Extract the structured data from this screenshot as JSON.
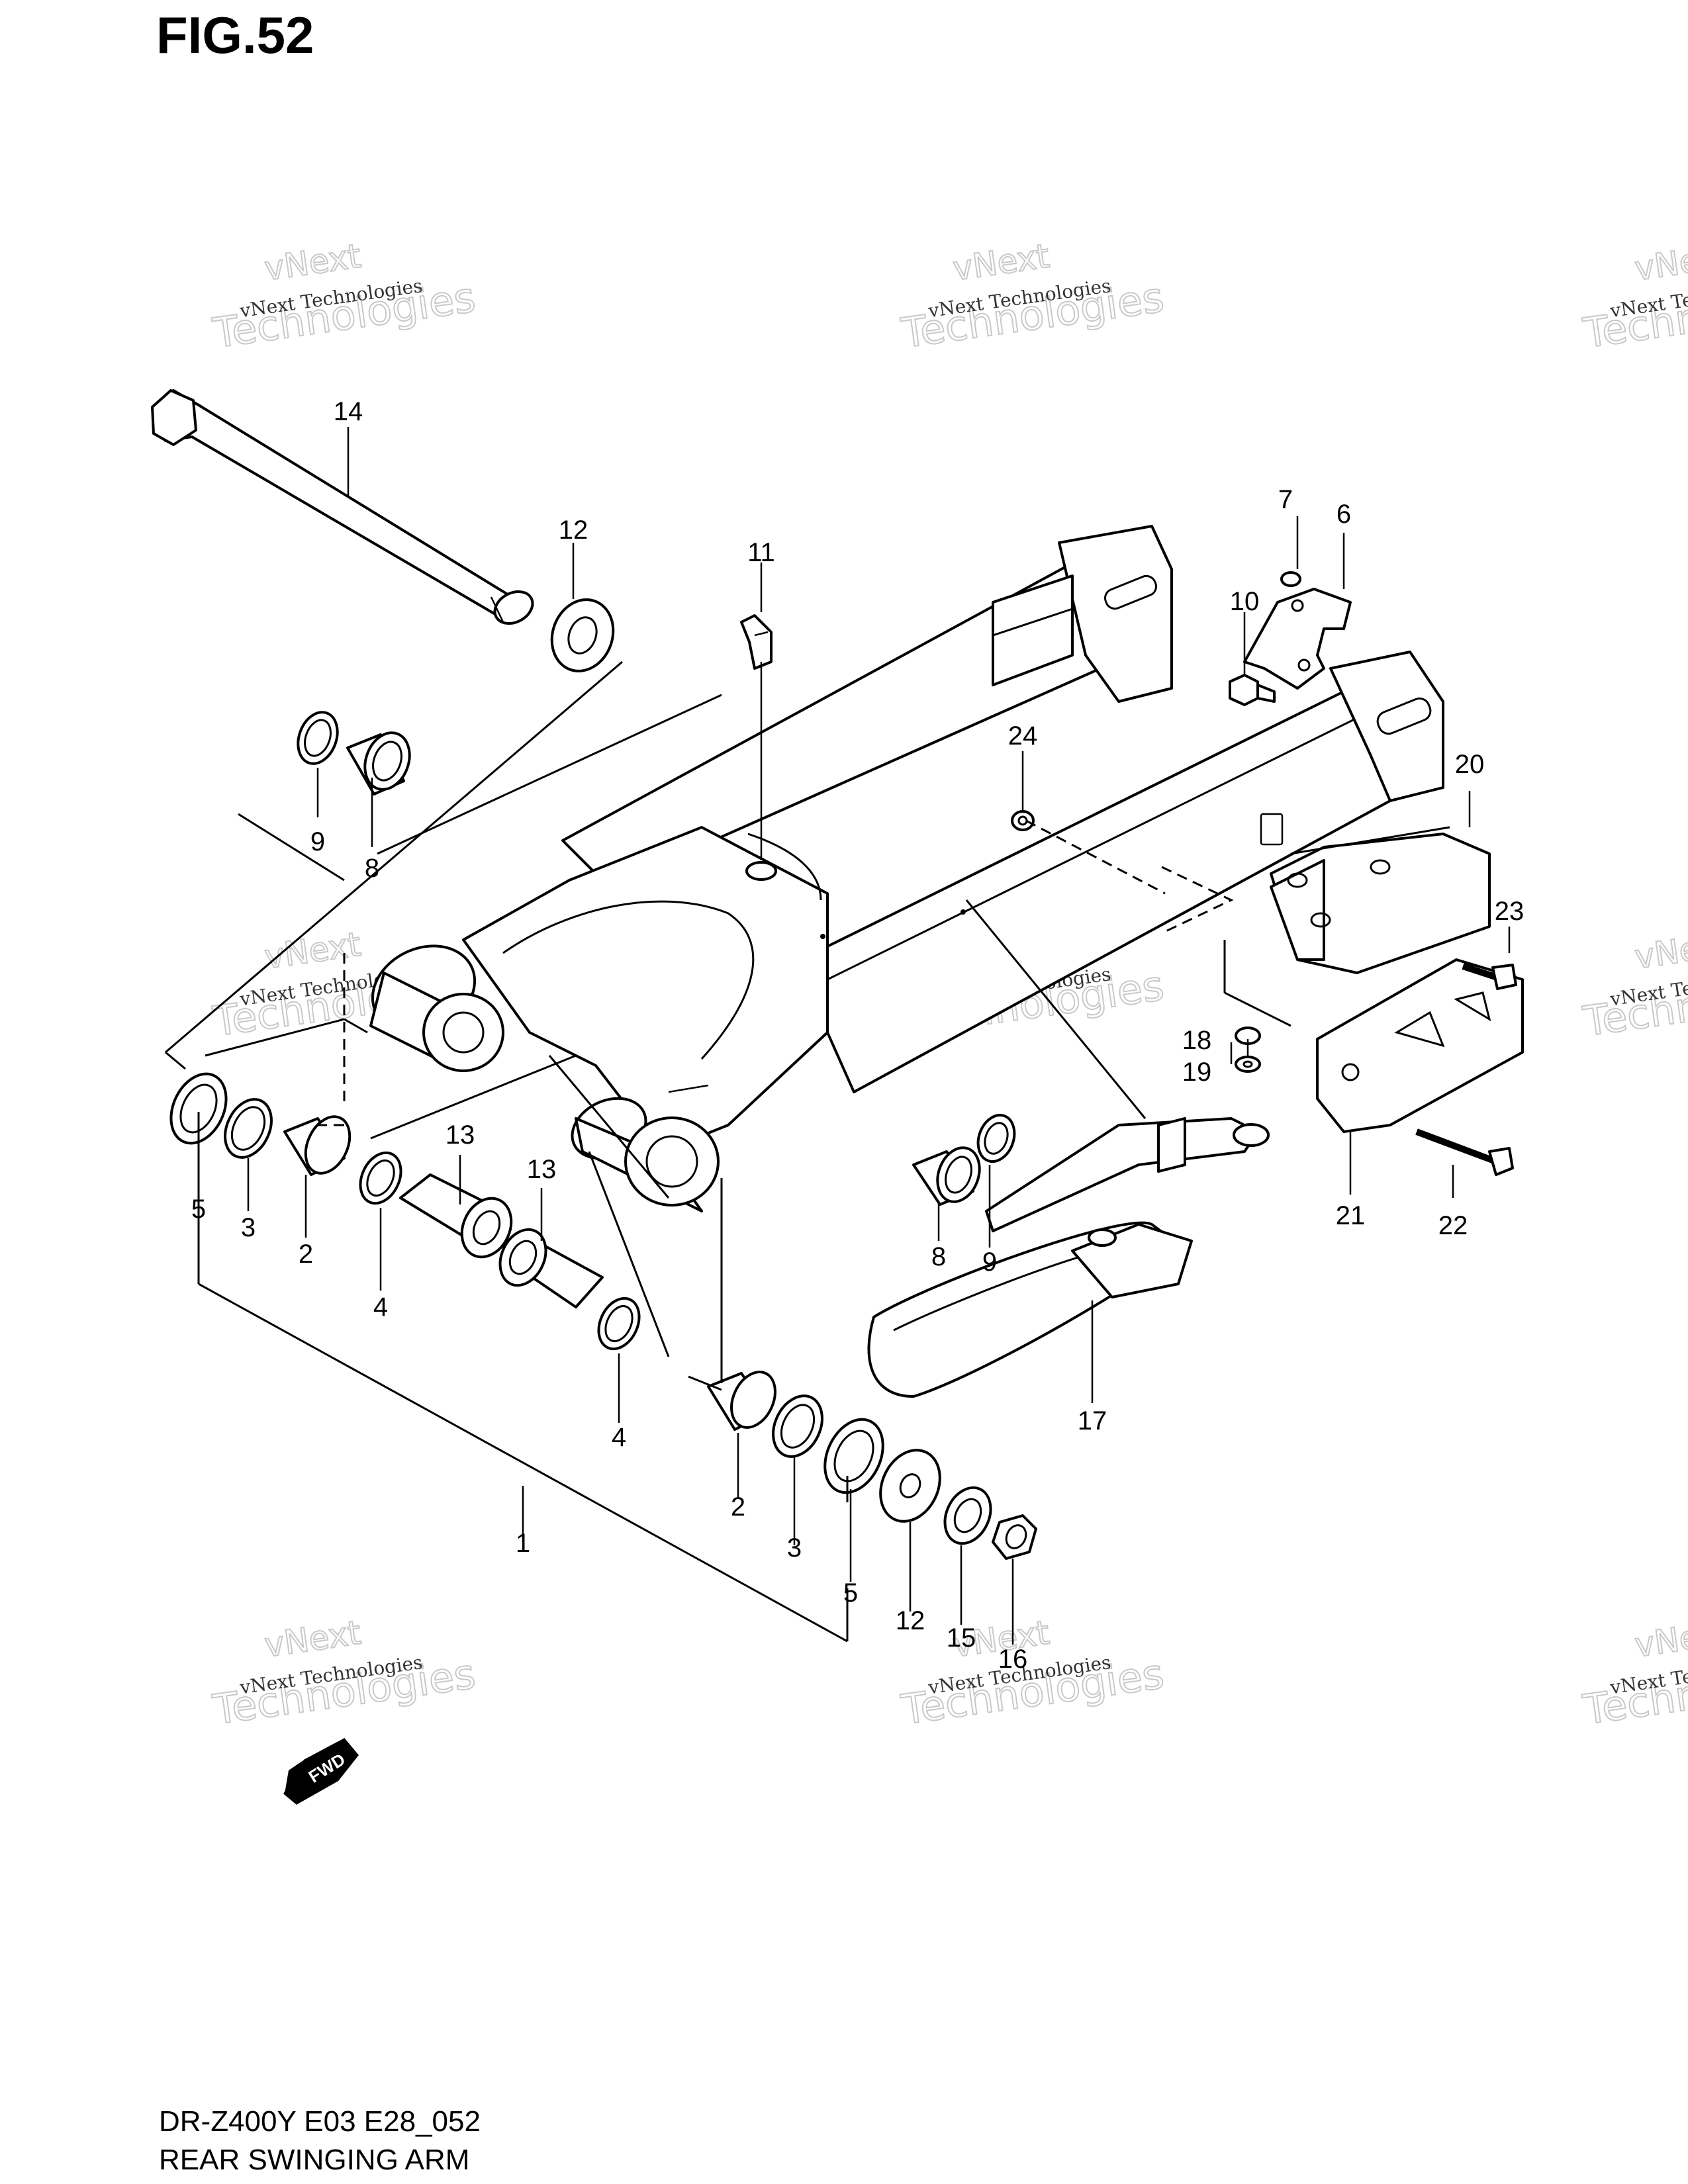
{
  "figure": {
    "title": "FIG.52",
    "model_code": "DR-Z400Y E03 E28_052",
    "caption": "REAR SWINGING ARM",
    "fwd_label": "FWD"
  },
  "watermark": {
    "line1": "vNext Technologies",
    "line2": "vNext",
    "line3": "Technologies"
  },
  "callouts": [
    "1",
    "2",
    "2",
    "3",
    "3",
    "4",
    "4",
    "5",
    "5",
    "6",
    "7",
    "8",
    "8",
    "9",
    "9",
    "10",
    "11",
    "12",
    "12",
    "13",
    "13",
    "14",
    "15",
    "16",
    "17",
    "18",
    "19",
    "20",
    "21",
    "22",
    "23",
    "24"
  ]
}
